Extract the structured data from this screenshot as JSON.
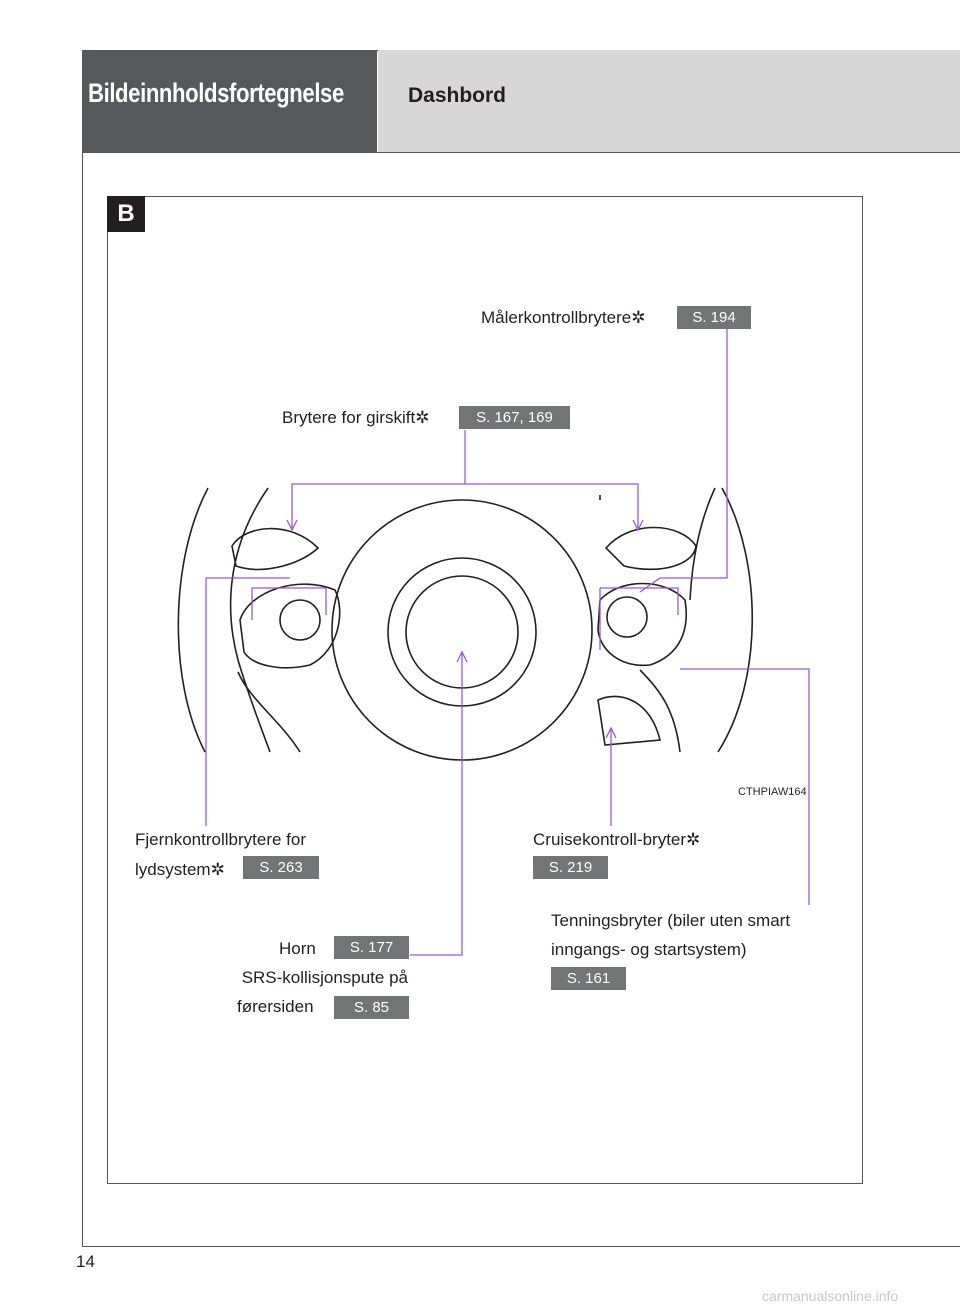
{
  "header": {
    "section": "Bildeinnholdsfortegnelse",
    "title": "Dashbord"
  },
  "figure": {
    "badge": "B",
    "image_code": "CTHPIAW164"
  },
  "callouts": {
    "meter_switches": {
      "label": "Målerkontrollbrytere✲",
      "ref": "S. 194"
    },
    "shift_paddles": {
      "label": "Brytere for girskift✲",
      "ref": "S. 167, 169"
    },
    "audio_remote": {
      "label_line1": "Fjernkontrollbrytere for",
      "label_line2": "lydsystem✲",
      "ref": "S. 263"
    },
    "cruise": {
      "label": "Cruisekontroll-bryter✲",
      "ref": "S. 219"
    },
    "ignition": {
      "label_line1": "Tenningsbryter (biler uten smart",
      "label_line2": "inngangs- og startsystem)",
      "ref": "S. 161"
    },
    "horn": {
      "label": "Horn",
      "ref": "S. 177"
    },
    "airbag": {
      "label_line1": "SRS-kollisjonspute på",
      "label_line2": "førersiden",
      "ref": "S. 85"
    }
  },
  "page_number": "14",
  "footer": "carmanualsonline.info",
  "colors": {
    "leader": "#9b59d0",
    "header_dark": "#55595c",
    "header_light": "#d7d7d8",
    "ref_badge": "#737476"
  }
}
